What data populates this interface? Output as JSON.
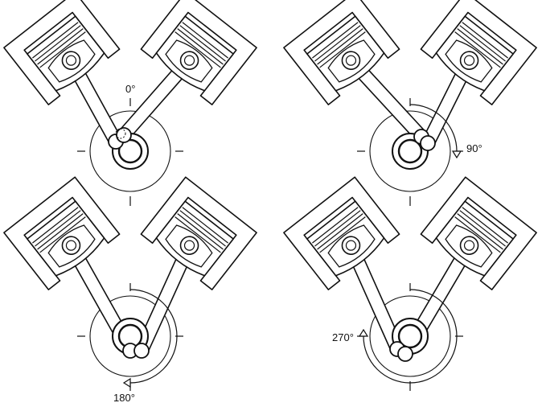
{
  "panels": [
    {
      "id": "a",
      "angle_deg": 0,
      "label": "0°",
      "arrow": false
    },
    {
      "id": "b",
      "angle_deg": 90,
      "label": "90°",
      "arrow": true
    },
    {
      "id": "c",
      "angle_deg": 180,
      "label": "180°",
      "arrow": true
    },
    {
      "id": "d",
      "angle_deg": 270,
      "label": "270°",
      "arrow": true
    }
  ],
  "colors": {
    "stroke": "#111111",
    "fill": "#ffffff",
    "light_line": "#222222"
  }
}
